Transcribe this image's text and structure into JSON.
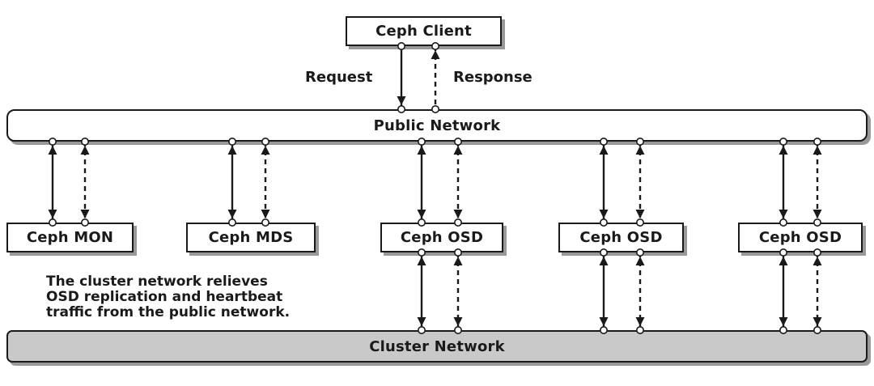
{
  "diagram": {
    "client_label": "Ceph Client",
    "request_label": "Request",
    "response_label": "Response",
    "public_network_label": "Public Network",
    "cluster_network_label": "Cluster Network",
    "nodes": [
      {
        "label": "Ceph MON"
      },
      {
        "label": "Ceph MDS"
      },
      {
        "label": "Ceph OSD"
      },
      {
        "label": "Ceph OSD"
      },
      {
        "label": "Ceph OSD"
      }
    ],
    "note_lines": [
      "The cluster network relieves",
      "OSD replication and heartbeat",
      "traffic from the public network."
    ],
    "colors": {
      "line": "#1a1a1a",
      "shadow": "#999999",
      "box_fill": "#ffffff",
      "cluster_fill": "#c9c9c9",
      "background": "#ffffff"
    }
  }
}
